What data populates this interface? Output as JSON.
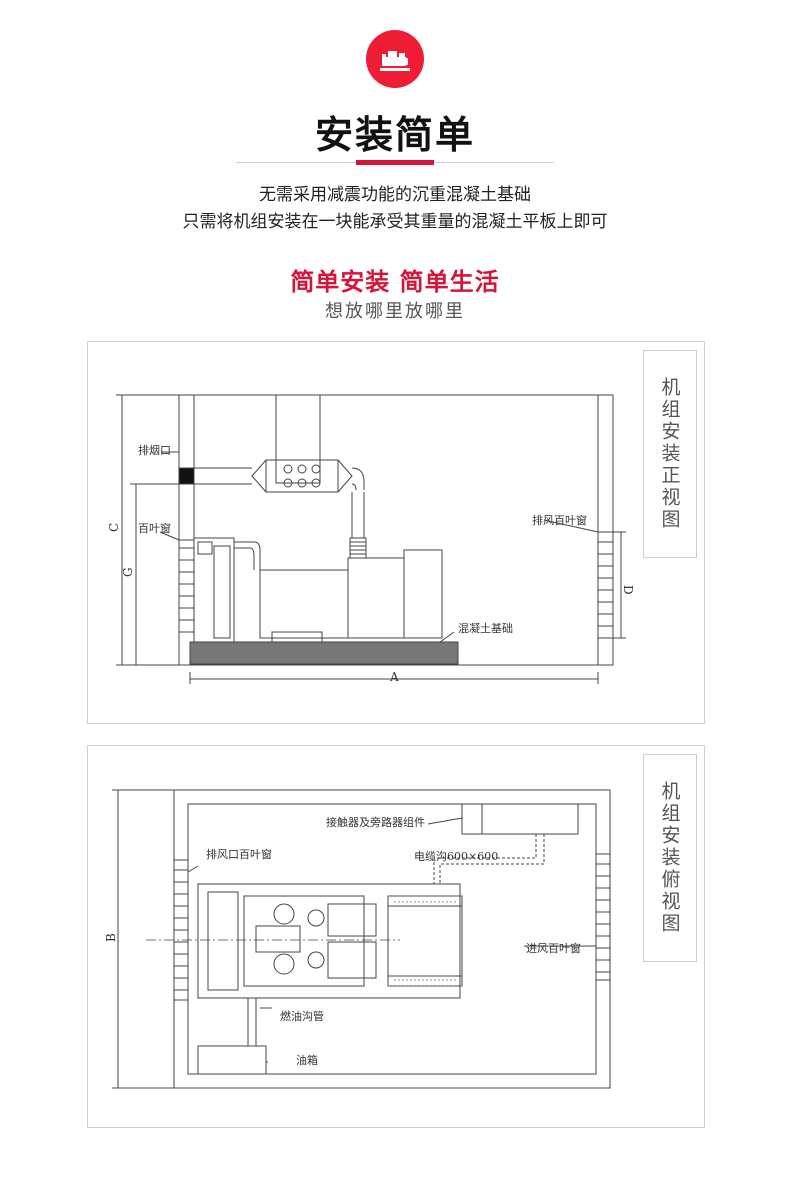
{
  "header": {
    "logo_icon": "generator-icon",
    "title": "安装简单",
    "desc_line1": "无需采用减震功能的沉重混凝土基础",
    "desc_line2": "只需将机组安装在一块能承受其重量的混凝土平板上即可",
    "slogan": "简单安装 简单生活",
    "subslogan": "想放哪里放哪里"
  },
  "front_view": {
    "label": "机组安装正视图",
    "labels": {
      "exhaust_port": "排烟口",
      "louver": "百叶窗",
      "exhaust_louver": "排风百叶窗",
      "concrete_base": "混凝土基础",
      "dim_a": "A",
      "dim_c": "C",
      "dim_g": "G",
      "dim_d": "D"
    }
  },
  "top_view": {
    "label": "机组安装俯视图",
    "labels": {
      "contactor": "接触器及旁路器组件",
      "cable_trench": "电缆沟600×600",
      "exhaust_louver": "排风口百叶窗",
      "intake_louver": "进风百叶窗",
      "fuel_trench": "燃油沟管",
      "fuel_tank": "油箱",
      "dim_b": "B"
    }
  },
  "colors": {
    "accent": "#d5143a",
    "logo_red": "#ee1d35",
    "line": "#444444"
  }
}
